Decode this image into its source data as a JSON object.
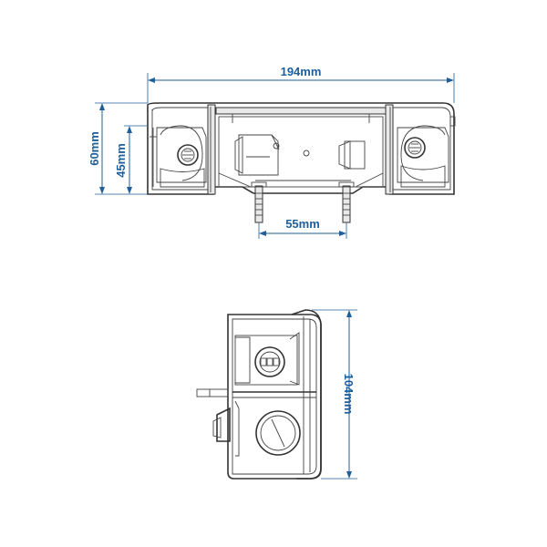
{
  "colors": {
    "dimension": "#1f5f99",
    "outline": "#333333"
  },
  "top_view": {
    "width_label": "194mm",
    "height_outer_label": "60mm",
    "height_inner_label": "45mm",
    "bolt_spacing_label": "55mm"
  },
  "side_view": {
    "height_label": "104mm"
  }
}
